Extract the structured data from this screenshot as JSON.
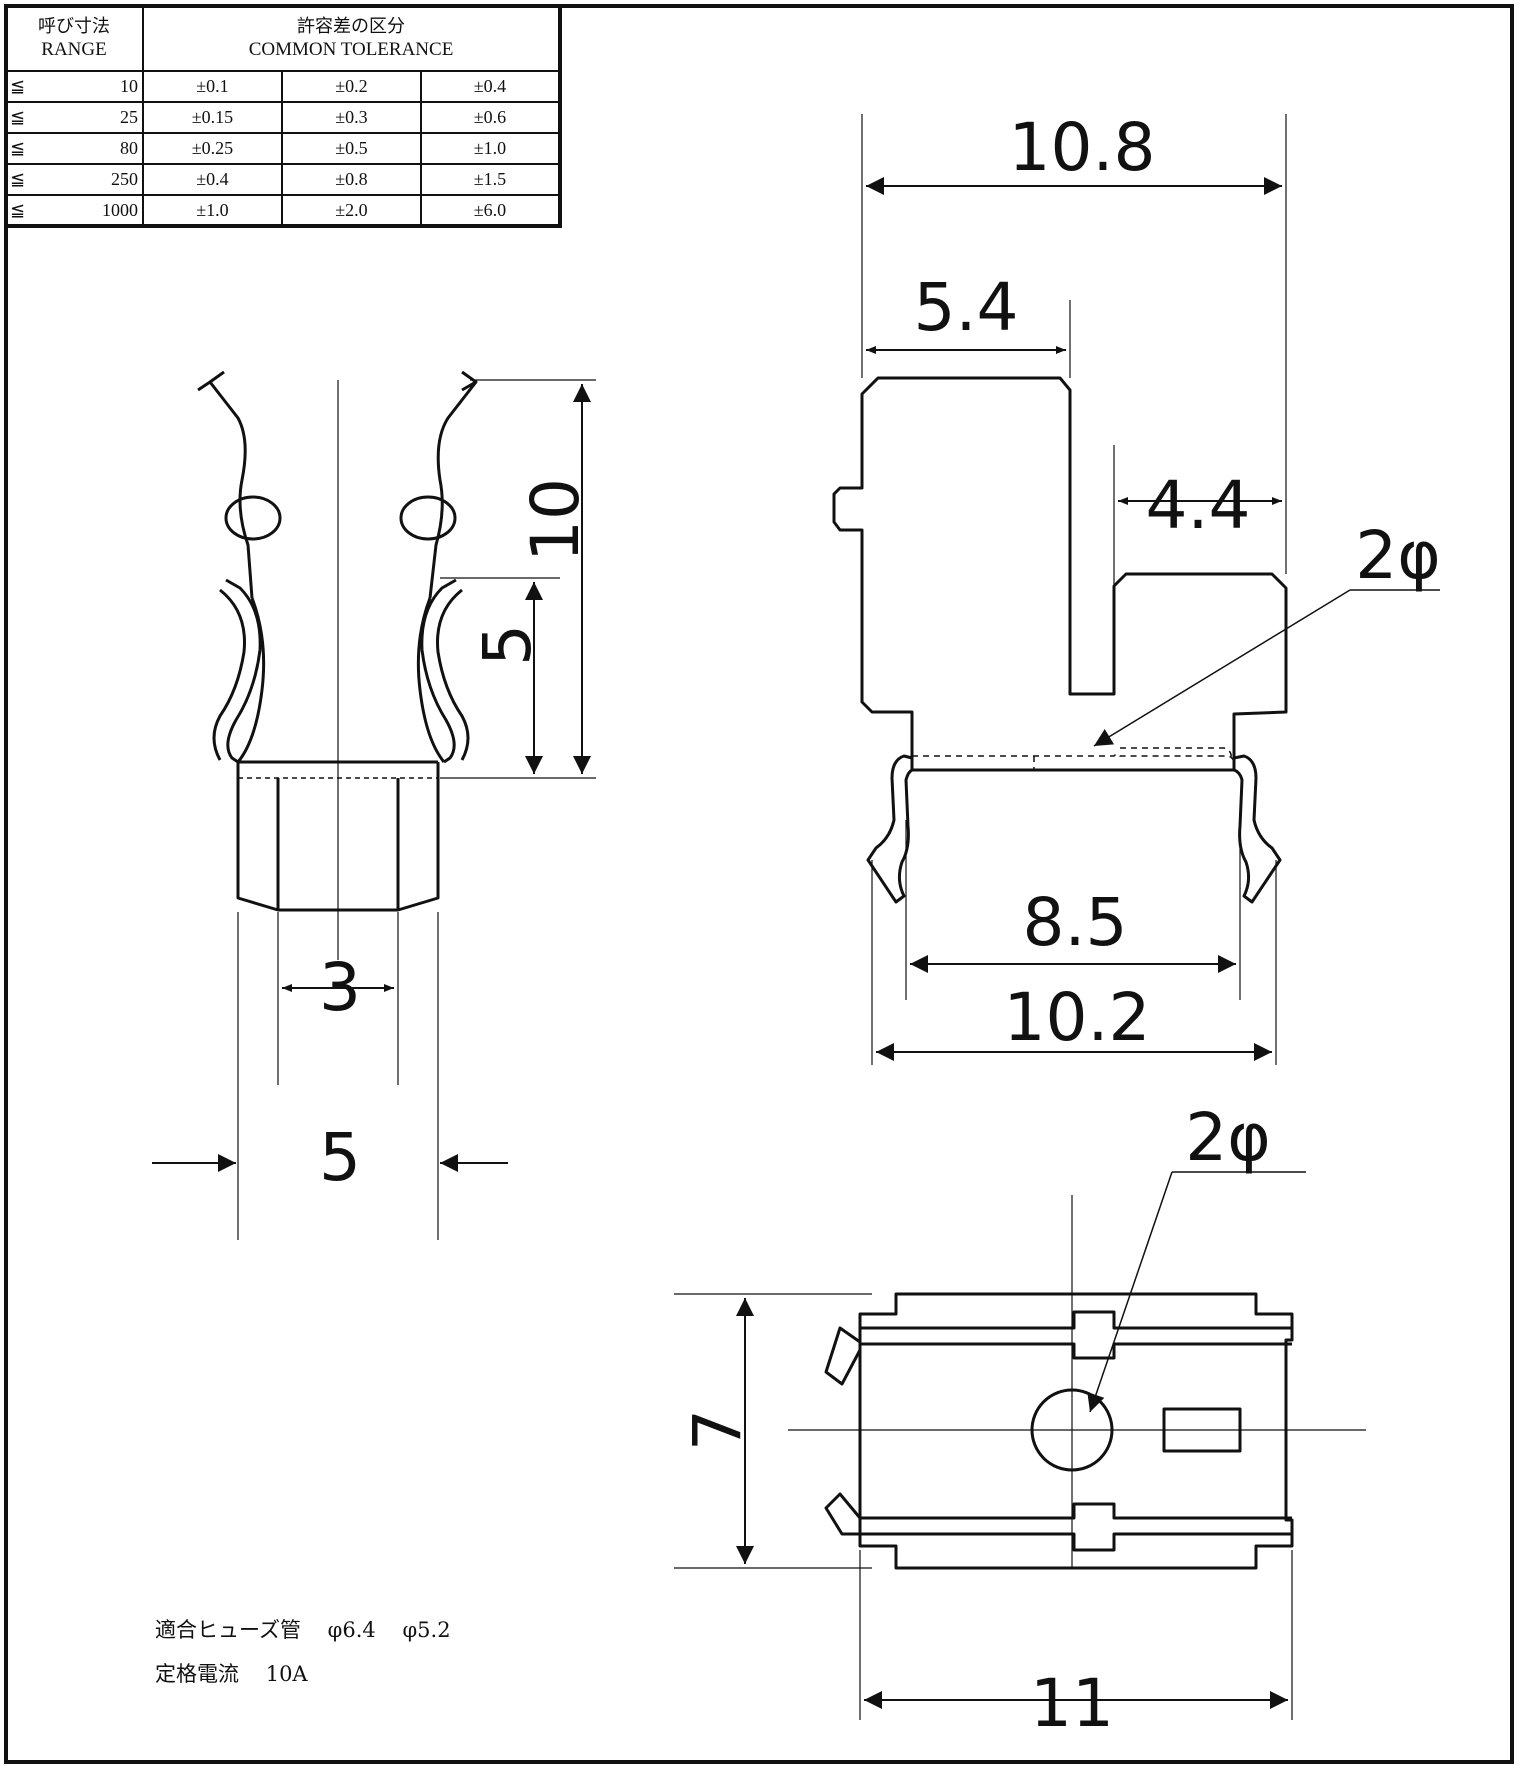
{
  "tolerance_table": {
    "header_range_jp": "呼び寸法",
    "header_range_en": "RANGE",
    "header_tol_jp": "許容差の区分",
    "header_tol_en": "COMMON TOLERANCE",
    "rows": [
      {
        "sym": "≦",
        "range": "10",
        "t1": "±0.1",
        "t2": "±0.2",
        "t3": "±0.4"
      },
      {
        "sym": "≦",
        "range": "25",
        "t1": "±0.15",
        "t2": "±0.3",
        "t3": "±0.6"
      },
      {
        "sym": "≦",
        "range": "80",
        "t1": "±0.25",
        "t2": "±0.5",
        "t3": "±1.0"
      },
      {
        "sym": "≦",
        "range": "250",
        "t1": "±0.4",
        "t2": "±0.8",
        "t3": "±1.5"
      },
      {
        "sym": "≦",
        "range": "1000",
        "t1": "±1.0",
        "t2": "±2.0",
        "t3": "±6.0"
      }
    ]
  },
  "dimensions": {
    "side_height": "10",
    "side_slot": "5",
    "side_base_inner": "3",
    "side_base_outer": "5",
    "front_total_width": "10.8",
    "front_upper_left": "5.4",
    "front_gap": "4.4",
    "front_hole": "2φ",
    "front_inner": "8.5",
    "front_outer": "10.2",
    "top_hole": "2φ",
    "top_height": "7",
    "top_width": "11"
  },
  "notes": {
    "fuse_label": "適合ヒューズ管",
    "fuse_d1": "φ6.4",
    "fuse_d2": "φ5.2",
    "rating_label": "定格電流",
    "rating_value": "10A"
  }
}
